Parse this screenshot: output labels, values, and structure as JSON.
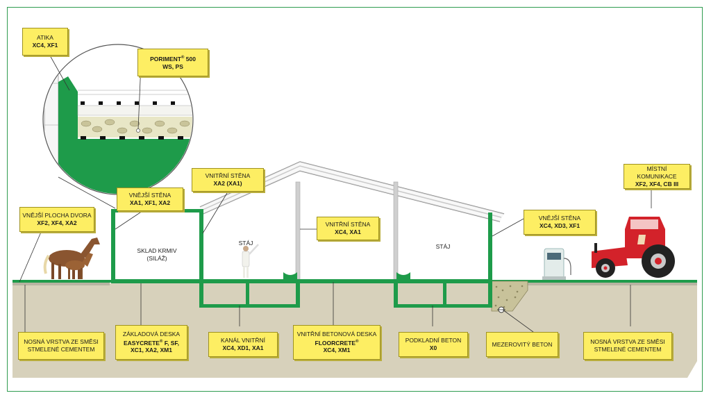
{
  "labels": {
    "atika": {
      "l1": "ATIKA",
      "l2": "XC4, XF1"
    },
    "poriment": {
      "l1": "PORIMENT",
      "sup": "®",
      "l1b": " 500",
      "l2": "WS, PS"
    },
    "vnejsi_plocha": {
      "l1": "VNĚJŠÍ PLOCHA DVORA",
      "l2": "XF2, XF4, XA2"
    },
    "vnejsi_stena_left": {
      "l1": "VNĚJŠÍ STĚNA",
      "l2": "XA1, XF1, XA2"
    },
    "vnitrni_stena_top": {
      "l1": "VNITŘNÍ STĚNA",
      "l2": "XA2 (XA1)"
    },
    "vnitrni_stena_mid": {
      "l1": "VNITŘNÍ STĚNA",
      "l2": "XC4, XA1"
    },
    "vnejsi_stena_right": {
      "l1": "VNĚJŠÍ STĚNA",
      "l2": "XC4, XD3, XF1"
    },
    "mistni_komunikace": {
      "l1": "MÍSTNÍ KOMUNIKACE",
      "l2": "XF2, XF4, CB III"
    },
    "nosna_left": {
      "l1": "NOSNÁ VRSTVA ZE SMĚSI",
      "l2": "STMELENÉ CEMENTEM"
    },
    "zakladova": {
      "l1": "ZÁKLADOVÁ DESKA",
      "l2a": "EASYCRETE",
      "sup": "®",
      "l2b": " F, SF,",
      "l3": "XC1, XA2, XM1"
    },
    "kanal": {
      "l1": "KANÁL VNITŘNÍ",
      "l2": "XC4, XD1, XA1"
    },
    "betonova": {
      "l1": "VNITŘNÍ BETONOVÁ DESKA",
      "l2a": "FLOORCRETE",
      "sup": "®",
      "l3": "XC4, XM1"
    },
    "podkladni": {
      "l1": "PODKLADNÍ BETON",
      "l2": "X0"
    },
    "mezerovity": {
      "l1": "MEZEROVITÝ BETON"
    },
    "nosna_right": {
      "l1": "NOSNÁ VRSTVA ZE SMĚSI",
      "l2": "STMELENÉ CEMENTEM"
    }
  },
  "rooms": {
    "sklad_l1": "SKLAD KRMIV",
    "sklad_l2": "(SILÁŽ)",
    "staj_left": "STÁJ",
    "staj_right": "STÁJ"
  },
  "colors": {
    "frame": "#2e9b4f",
    "concrete_green": "#1e9b4a",
    "label_fill": "#fdee63",
    "ground": "#d7d1bb",
    "tractor_red": "#d3222a"
  },
  "icons": [
    "horse-icon",
    "person-icon",
    "tractor-icon",
    "fuel-pump-icon",
    "drain-pipe-icon"
  ]
}
